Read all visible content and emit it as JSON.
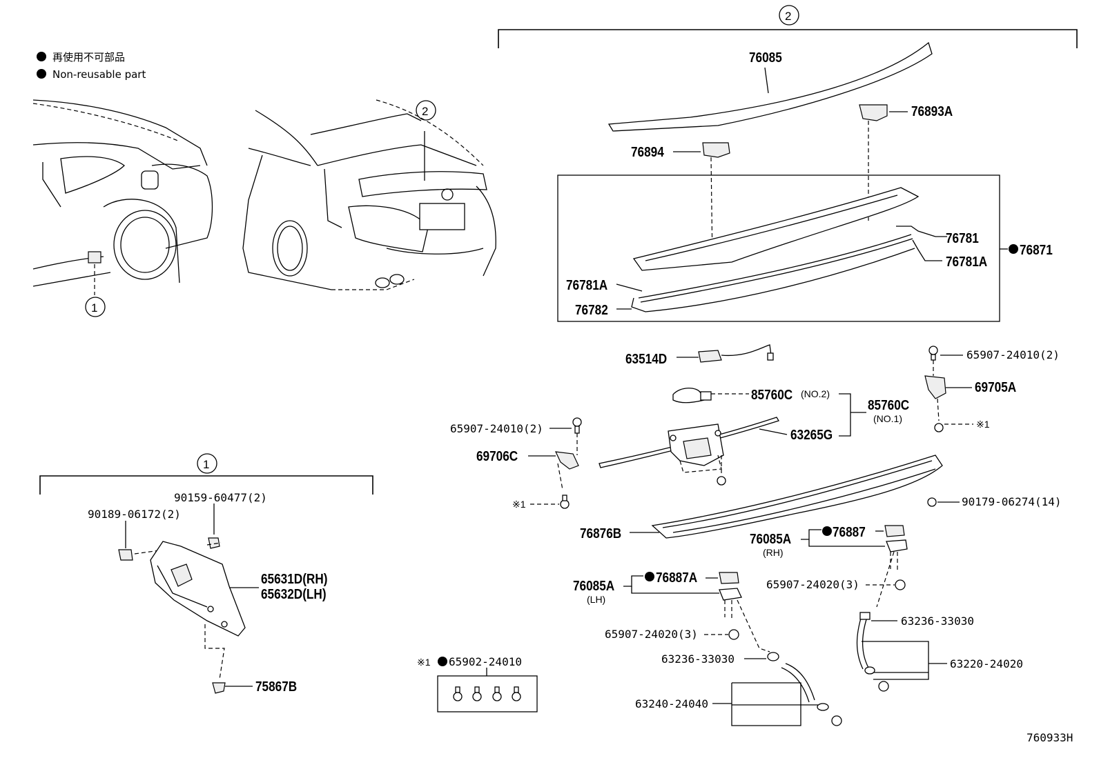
{
  "legend": {
    "jp": "再使用不可部品",
    "en": "Non-reusable part"
  },
  "callouts": {
    "one": "1",
    "two": "2",
    "star_mark": "※1"
  },
  "parts": {
    "p76085": "76085",
    "p76893A": "76893A",
    "p76894": "76894",
    "p76781": "76781",
    "p76871": "76871",
    "p76781A_r": "76781A",
    "p76781A_l": "76781A",
    "p76782": "76782",
    "p63514D": "63514D",
    "p85760C_no2": "85760C",
    "no2": "(NO.2)",
    "p85760C_no1": "85760C",
    "no1": "(NO.1)",
    "p63265G": "63265G",
    "p65907_24010_l": "65907-24010(2)",
    "p65907_24010_r": "65907-24010(2)",
    "p69705A": "69705A",
    "p69706C": "69706C",
    "p90179": "90179-06274(14)",
    "p76876B": "76876B",
    "p76085A_rh": "76085A",
    "rh": "(RH)",
    "p76887": "76887",
    "p76085A_lh": "76085A",
    "lh": "(LH)",
    "p76887A": "76887A",
    "p65907_24020_r": "65907-24020(3)",
    "p65907_24020_l": "65907-24020(3)",
    "p63236_r": "63236-33030",
    "p63220": "63220-24020",
    "p63236_l": "63236-33030",
    "p63240": "63240-24040",
    "p65902": "65902-24010",
    "p90189": "90189-06172(2)",
    "p90159": "90159-60477(2)",
    "p65631D": "65631D(RH)",
    "p65632D": "65632D(LH)",
    "p75867B": "75867B"
  },
  "figure_id": "760933H"
}
